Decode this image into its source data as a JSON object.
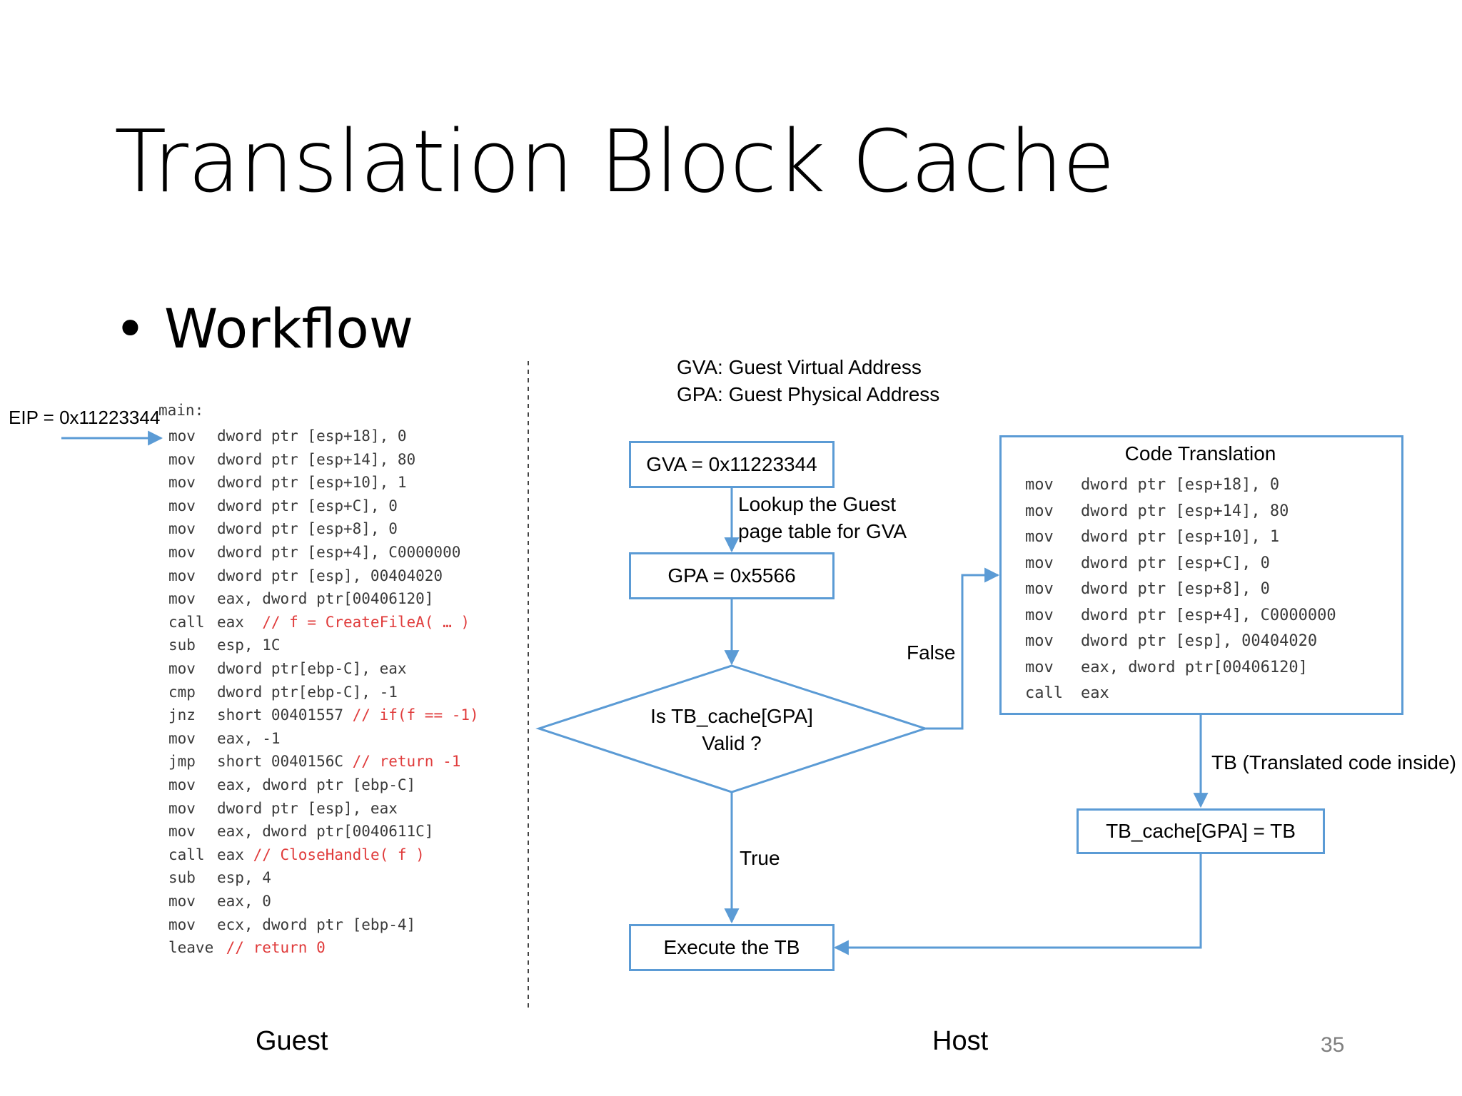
{
  "slide": {
    "title": "Translation Block Cache",
    "bullet": "Workflow",
    "page_number": "35"
  },
  "guest": {
    "eip_label": "EIP = 0x11223344",
    "main_label": "main:",
    "code": [
      {
        "op": "mov",
        "args": "dword ptr [esp+18], 0",
        "comment": ""
      },
      {
        "op": "mov",
        "args": "dword ptr [esp+14], 80",
        "comment": ""
      },
      {
        "op": "mov",
        "args": "dword ptr [esp+10], 1",
        "comment": ""
      },
      {
        "op": "mov",
        "args": "dword ptr [esp+C], 0",
        "comment": ""
      },
      {
        "op": "mov",
        "args": "dword ptr [esp+8], 0",
        "comment": ""
      },
      {
        "op": "mov",
        "args": "dword ptr [esp+4], C0000000",
        "comment": ""
      },
      {
        "op": "mov",
        "args": "dword ptr [esp], 00404020",
        "comment": ""
      },
      {
        "op": "mov",
        "args": "eax, dword ptr[00406120]",
        "comment": ""
      },
      {
        "op": "call",
        "args": "eax  ",
        "comment": "// f = CreateFileA( … )"
      },
      {
        "op": "sub",
        "args": "esp, 1C",
        "comment": ""
      },
      {
        "op": "mov",
        "args": "dword ptr[ebp-C], eax",
        "comment": ""
      },
      {
        "op": "cmp",
        "args": "dword ptr[ebp-C], -1",
        "comment": ""
      },
      {
        "op": "jnz",
        "args": "short 00401557 ",
        "comment": "// if(f == -1)"
      },
      {
        "op": "mov",
        "args": "eax, -1",
        "comment": ""
      },
      {
        "op": "jmp",
        "args": "short 0040156C ",
        "comment": "// return -1"
      },
      {
        "op": "mov",
        "args": "eax, dword ptr [ebp-C]",
        "comment": ""
      },
      {
        "op": "mov",
        "args": "dword ptr [esp], eax",
        "comment": ""
      },
      {
        "op": "mov",
        "args": "eax, dword ptr[0040611C]",
        "comment": ""
      },
      {
        "op": "call",
        "args": "eax ",
        "comment": "// CloseHandle( f )"
      },
      {
        "op": "sub",
        "args": "esp, 4",
        "comment": ""
      },
      {
        "op": "mov",
        "args": "eax, 0",
        "comment": ""
      },
      {
        "op": "mov",
        "args": "ecx, dword ptr [ebp-4]",
        "comment": ""
      },
      {
        "op": "leave",
        "args": " ",
        "comment": "// return 0"
      }
    ],
    "footer": "Guest"
  },
  "host": {
    "legend": [
      "GVA: Guest Virtual Address",
      "GPA: Guest Physical Address"
    ],
    "gva_box": "GVA = 0x11223344",
    "lookup_label": [
      "Lookup the Guest",
      "page table for GVA"
    ],
    "gpa_box": "GPA = 0x5566",
    "decision": [
      "Is TB_cache[GPA]",
      "Valid ?"
    ],
    "false_label": "False",
    "true_label": "True",
    "execute_box": "Execute the TB",
    "translation": {
      "title": "Code Translation",
      "code": [
        {
          "op": "mov",
          "args": "dword ptr [esp+18], 0"
        },
        {
          "op": "mov",
          "args": "dword ptr [esp+14], 80"
        },
        {
          "op": "mov",
          "args": "dword ptr [esp+10], 1"
        },
        {
          "op": "mov",
          "args": "dword ptr [esp+C], 0"
        },
        {
          "op": "mov",
          "args": "dword ptr [esp+8], 0"
        },
        {
          "op": "mov",
          "args": "dword ptr [esp+4], C0000000"
        },
        {
          "op": "mov",
          "args": "dword ptr [esp], 00404020"
        },
        {
          "op": "mov",
          "args": "eax, dword ptr[00406120]"
        },
        {
          "op": "call",
          "args": "eax"
        }
      ]
    },
    "tb_label": "TB (Translated code inside)",
    "cache_box": "TB_cache[GPA] = TB",
    "footer": "Host"
  },
  "colors": {
    "accent": "#5b9bd5",
    "comment": "#e03b3b",
    "code_text": "#3a3a3a",
    "page_number": "#7f7f7f"
  }
}
